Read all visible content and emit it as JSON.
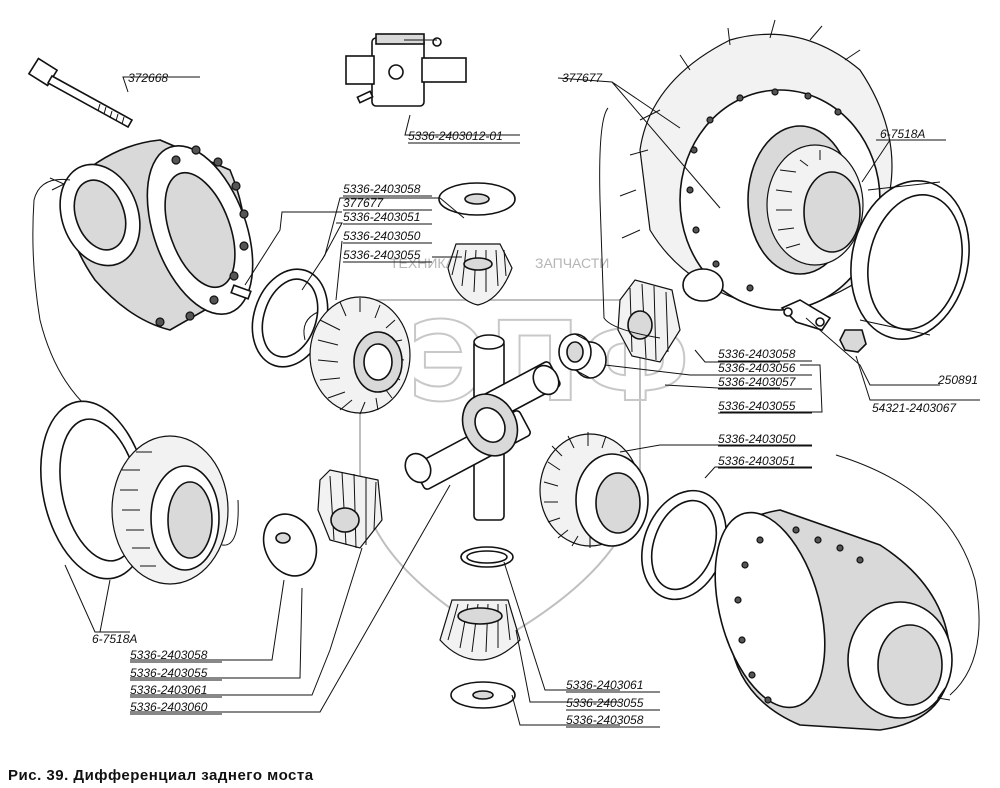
{
  "caption": "Рис. 39. Дифференциал заднего моста",
  "watermark": {
    "left": "ТЕХНИКА",
    "right": "ЗАПЧАСТИ",
    "mark": "ЭПФ"
  },
  "labels": {
    "bolt": "372668",
    "satellite_block": "5336-2403012-01",
    "top_washer": "5336-2403058",
    "pin_left": "377677",
    "left_gasket_ring": "5336-2403051",
    "left_side_gear": "5336-2403050",
    "top_cone_gear": "5336-2403055",
    "pin_right": "377677",
    "bearing_right": "6-7518A",
    "r_washer": "5336-2403058",
    "r_bushing": "5336-2403056",
    "r_gear": "5336-2403057",
    "r_ring": "5336-2403055",
    "lockplate": "250891",
    "cap_plate": "54321-2403067",
    "side_gear_lower": "5336-2403050",
    "gasket_lower": "5336-2403051",
    "bearing_left": "6-7518A",
    "l1": "5336-2403058",
    "l2": "5336-2403055",
    "l3": "5336-2403061",
    "l4": "5336-2403060",
    "b1": "5336-2403061",
    "b2": "5336-2403055",
    "b3": "5336-2403058"
  }
}
